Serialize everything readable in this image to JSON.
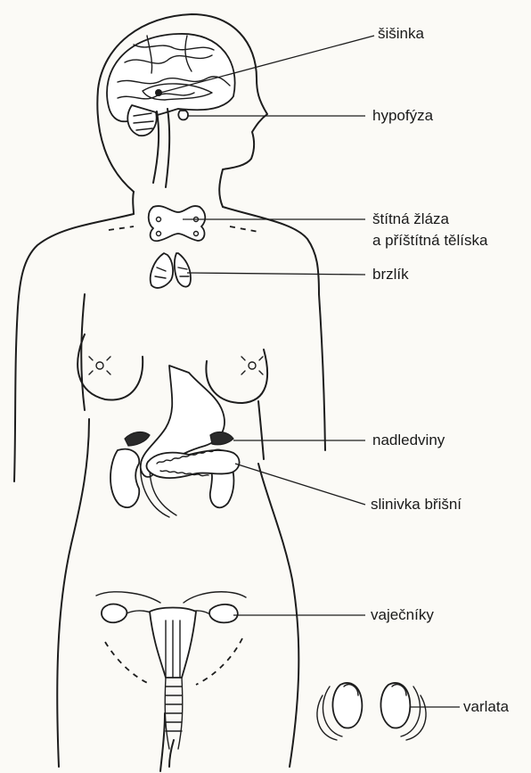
{
  "labels": {
    "pineal": "šišinka",
    "pituitary": "hypofýza",
    "thyroid_line1": "štítná žláza",
    "thyroid_line2": "a příštítná tělíska",
    "thymus": "brzlík",
    "adrenals": "nadledviny",
    "pancreas": "slinivka břišní",
    "ovaries": "vaječníky",
    "testes": "varlata"
  }
}
